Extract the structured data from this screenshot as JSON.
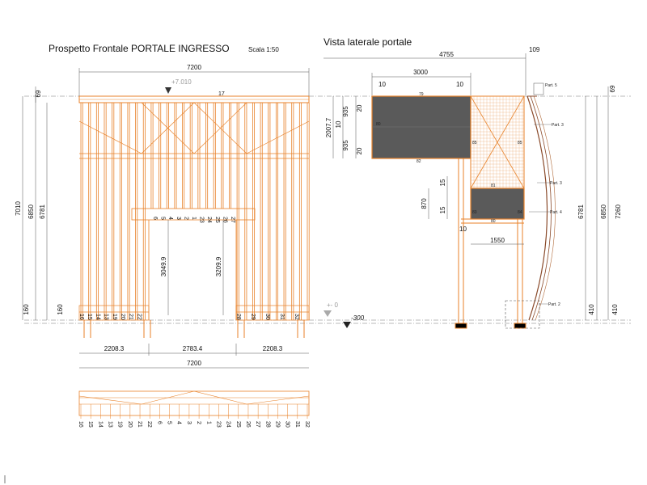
{
  "titles": {
    "front": "Prospetto Frontale PORTALE INGRESSO",
    "scale": "Scala 1:50",
    "side": "Vista laterale portale"
  },
  "front": {
    "overall_width": "7200",
    "overall_width_bottom": "7200",
    "elevation_top": "+7.010",
    "top_label": "17",
    "dim_69": "69",
    "dim_7010": "7010",
    "dim_6850": "6850",
    "dim_6781": "6781",
    "dim_160_a": "160",
    "dim_160_b": "160",
    "opening_h_left": "3049.9",
    "opening_h_right": "3209.9",
    "segments": [
      "2208.3",
      "2783.4",
      "2208.3"
    ],
    "mid_labels": [
      "6",
      "5",
      "4",
      "3",
      "2",
      "1",
      "23",
      "24",
      "25",
      "26",
      "27"
    ],
    "bottom_labels_left": [
      "16",
      "15",
      "14",
      "13",
      "19",
      "20",
      "21",
      "22"
    ],
    "bottom_labels_right": [
      "28",
      "29",
      "30",
      "31",
      "32"
    ],
    "plan_labels": [
      "16",
      "15",
      "14",
      "13",
      "19",
      "20",
      "21",
      "22",
      "6",
      "5",
      "4",
      "3",
      "2",
      "1",
      "23",
      "24",
      "25",
      "26",
      "27",
      "28",
      "29",
      "30",
      "31",
      "32"
    ]
  },
  "side": {
    "dim_4755": "4755",
    "dim_109": "109",
    "dim_3000": "3000",
    "dim_10_a": "10",
    "dim_10_b": "10",
    "dim_20_a": "20",
    "dim_20_b": "20",
    "dim_935_a": "935",
    "dim_935_b": "935",
    "dim_2007": "2007.7",
    "dim_10_c": "10",
    "dim_15_a": "15",
    "dim_15_b": "15",
    "dim_870": "870",
    "dim_10_d": "10",
    "dim_1550": "1550",
    "dim_69": "69",
    "dim_6781": "6781",
    "dim_6850": "6850",
    "dim_7260": "7260",
    "dim_410_a": "410",
    "dim_410_b": "410",
    "elev_zero": "+- 0",
    "elev_300": "-300",
    "panel_codes": [
      "79",
      "80",
      "82",
      "85",
      "81",
      "85",
      "80",
      "83",
      "84"
    ],
    "parts": [
      "Part. 5",
      "Part. 3",
      "Part. 3",
      "Part. 4",
      "Part. 2"
    ]
  }
}
